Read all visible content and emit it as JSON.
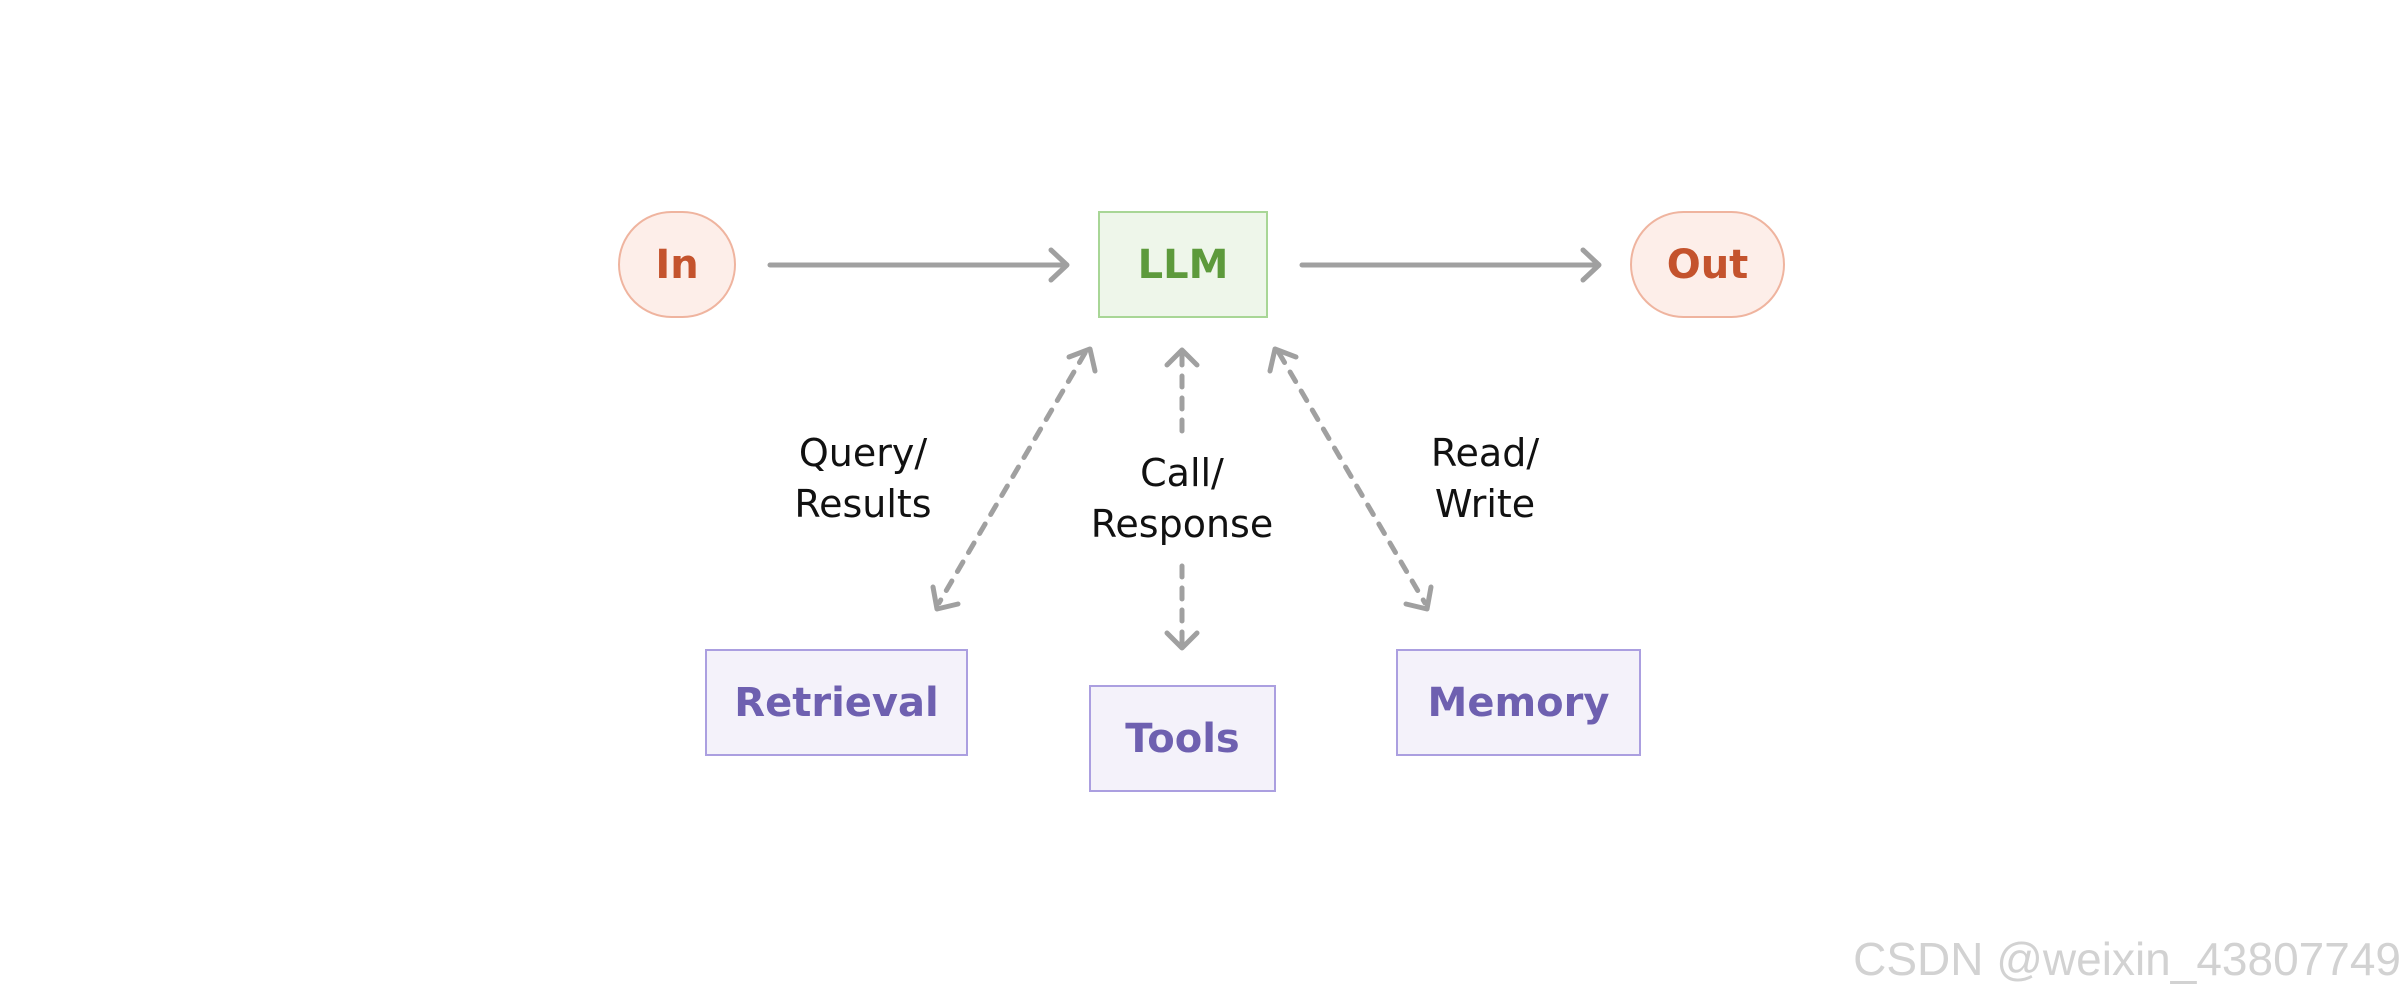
{
  "nodes": {
    "input": "In",
    "llm": "LLM",
    "output": "Out",
    "retrieval": "Retrieval",
    "tools": "Tools",
    "memory": "Memory"
  },
  "edge_labels": {
    "retrieval": [
      "Query/",
      "Results"
    ],
    "tools": [
      "Call/",
      "Response"
    ],
    "memory": [
      "Read/",
      "Write"
    ]
  },
  "colors": {
    "arrow": "#a0a0a0",
    "io_fill": "#fdeee9",
    "io_border": "#efb49f",
    "io_text": "#c4532d",
    "llm_fill": "#eef6ea",
    "llm_border": "#a8d696",
    "llm_text": "#5d9a3c",
    "tool_fill": "#f4f2fa",
    "tool_border": "#ab9fe0",
    "tool_text": "#6e60b0"
  },
  "watermark": "CSDN @weixin_43807749"
}
